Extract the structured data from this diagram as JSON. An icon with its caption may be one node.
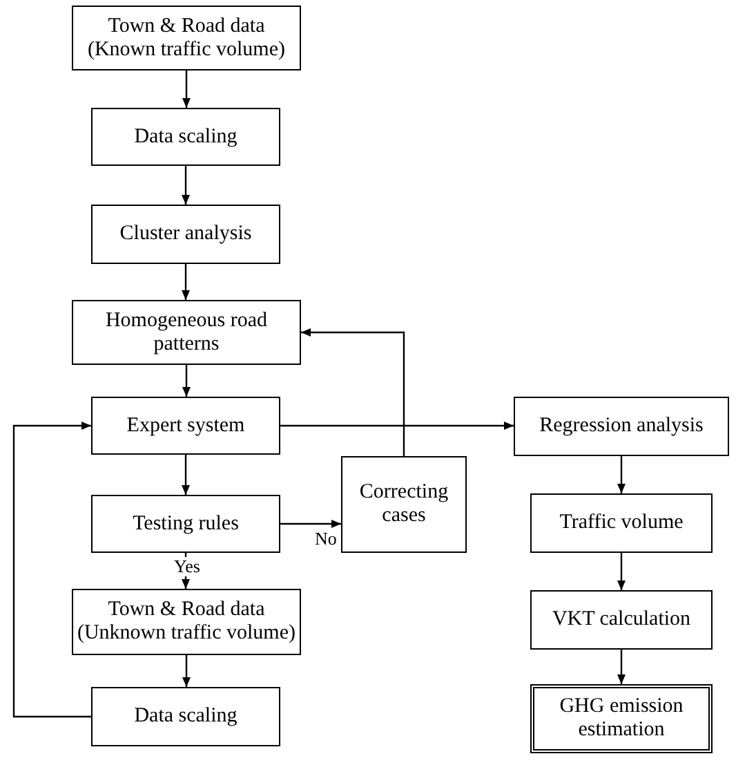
{
  "diagram": {
    "nodes": [
      {
        "text": [
          "Town & Road data",
          "(Known traffic volume)"
        ]
      },
      {
        "text": [
          "Data scaling"
        ]
      },
      {
        "text": [
          "Cluster analysis"
        ]
      },
      {
        "text": [
          "Homogeneous road patterns"
        ]
      },
      {
        "text": [
          "Expert system"
        ]
      },
      {
        "text": [
          "Testing rules"
        ]
      },
      {
        "text": [
          "Correcting cases"
        ]
      },
      {
        "text": [
          "Town & Road data",
          "(Unknown traffic volume)"
        ]
      },
      {
        "text": [
          "Data scaling"
        ]
      },
      {
        "text": [
          "Regression analysis"
        ]
      },
      {
        "text": [
          "Traffic volume"
        ]
      },
      {
        "text": [
          "VKT calculation"
        ]
      },
      {
        "text": [
          "GHG emission estimation"
        ]
      }
    ],
    "edges": [
      {
        "from": 0,
        "to": 1,
        "arrow": "to"
      },
      {
        "from": 1,
        "to": 2,
        "arrow": "to"
      },
      {
        "from": 2,
        "to": 3,
        "arrow": "to"
      },
      {
        "from": 3,
        "to": 4,
        "arrow": "to"
      },
      {
        "from": 4,
        "to": 5,
        "arrow": "to"
      },
      {
        "from": 5,
        "to": 6,
        "arrow": "to",
        "label": "No"
      },
      {
        "from": 6,
        "to": 3,
        "arrow": "to"
      },
      {
        "from": 5,
        "to": 7,
        "arrow": "to",
        "label": "Yes"
      },
      {
        "from": 7,
        "to": 8,
        "arrow": "to"
      },
      {
        "from": 8,
        "to": 4,
        "arrow": "to"
      },
      {
        "from": 4,
        "to": 9,
        "arrow": "to"
      },
      {
        "from": 9,
        "to": 10,
        "arrow": "to"
      },
      {
        "from": 10,
        "to": 11,
        "arrow": "to"
      },
      {
        "from": 11,
        "to": 12,
        "arrow": "to"
      }
    ]
  }
}
